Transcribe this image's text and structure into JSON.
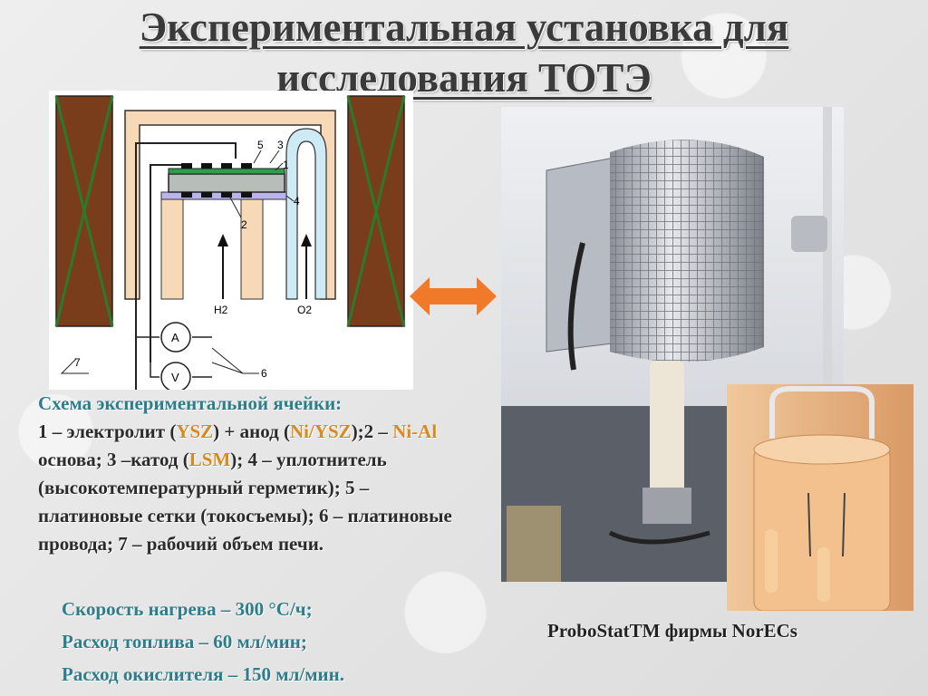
{
  "slide": {
    "title_line1": "Экспериментальная установка для",
    "title_line2": "исследования ТОТЭ"
  },
  "diagram": {
    "labels": {
      "n1": "1",
      "n2": "2",
      "n3": "3",
      "n4": "4",
      "n5": "5",
      "n6": "6",
      "n7": "7",
      "h2": "H2",
      "o2": "O2",
      "ammeter": "A",
      "voltmeter": "V"
    }
  },
  "legend": {
    "heading": "Схема экспериментальной ячейки:",
    "p1": "1 – электролит (",
    "ysz1": "YSZ",
    "p2": ") + анод (",
    "niysz": "Ni/YSZ",
    "p3": ");2 – ",
    "nial": "Ni-Al",
    "p4": " основа; 3 –катод (",
    "lsm": "LSM",
    "p5": "); 4 – уплотнитель (высокотемпературный герметик); 5 –платиновые сетки (токосъемы); 6 – платиновые провода; 7 – рабочий объем печи."
  },
  "params": {
    "heating": "Скорость нагрева – 300 °С/ч;",
    "fuel": "Расход топлива – 60 мл/мин;",
    "oxidizer": "Расход окислителя – 150 мл/мин."
  },
  "photo": {
    "caption": "ProboStatTM фирмы NorECs"
  },
  "colors": {
    "accent_teal": "#2e7d8c",
    "accent_orange": "#d98a1f",
    "arrow_orange": "#f07a2a",
    "furnace_brown": "#7a3d1c",
    "furnace_green": "#2a7a2a"
  }
}
